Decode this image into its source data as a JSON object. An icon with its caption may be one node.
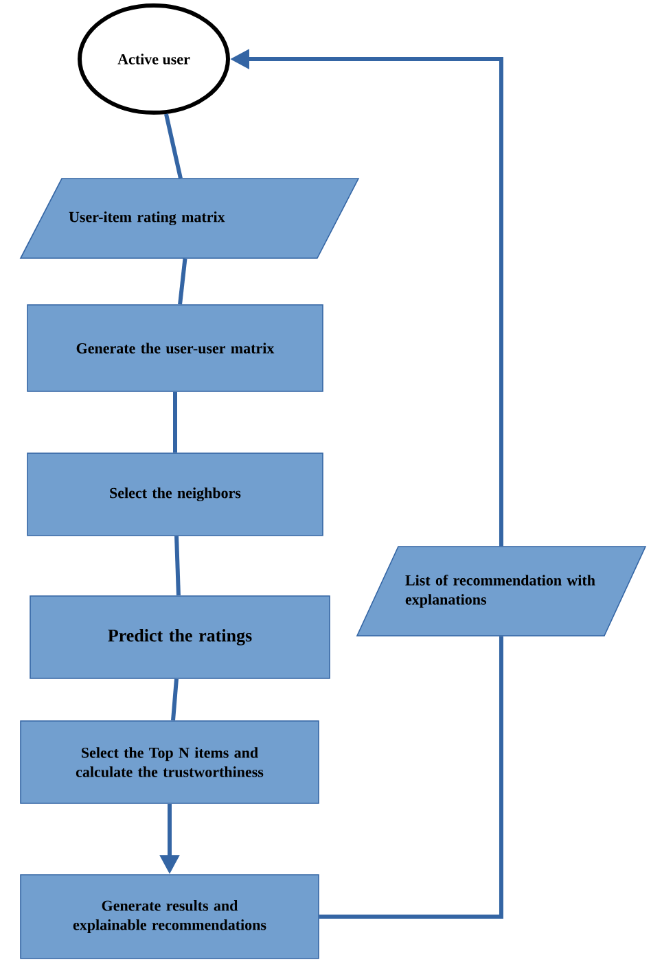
{
  "diagram": {
    "nodes": [
      {
        "text": [
          "Active user"
        ]
      },
      {
        "text": [
          "User-item rating matrix"
        ]
      },
      {
        "text": [
          "Generate the user-user matrix"
        ]
      },
      {
        "text": [
          "Select the neighbors"
        ]
      },
      {
        "text": [
          "Predict the ratings"
        ]
      },
      {
        "text": [
          "Select the Top N items and calculate the trustworthiness"
        ]
      },
      {
        "text": [
          "Generate results and explainable recommendations"
        ]
      },
      {
        "text": [
          "List of recommendation with explanations"
        ]
      }
    ],
    "edges": [
      {
        "from": 0,
        "to": 1,
        "arrow": "none"
      },
      {
        "from": 1,
        "to": 2,
        "arrow": "none"
      },
      {
        "from": 2,
        "to": 3,
        "arrow": "none"
      },
      {
        "from": 3,
        "to": 4,
        "arrow": "none"
      },
      {
        "from": 4,
        "to": 5,
        "arrow": "none"
      },
      {
        "from": 5,
        "to": 6,
        "arrow": "to"
      },
      {
        "from": 6,
        "to": 7,
        "arrow": "none"
      },
      {
        "from": 7,
        "to": 0,
        "arrow": "to"
      }
    ]
  }
}
